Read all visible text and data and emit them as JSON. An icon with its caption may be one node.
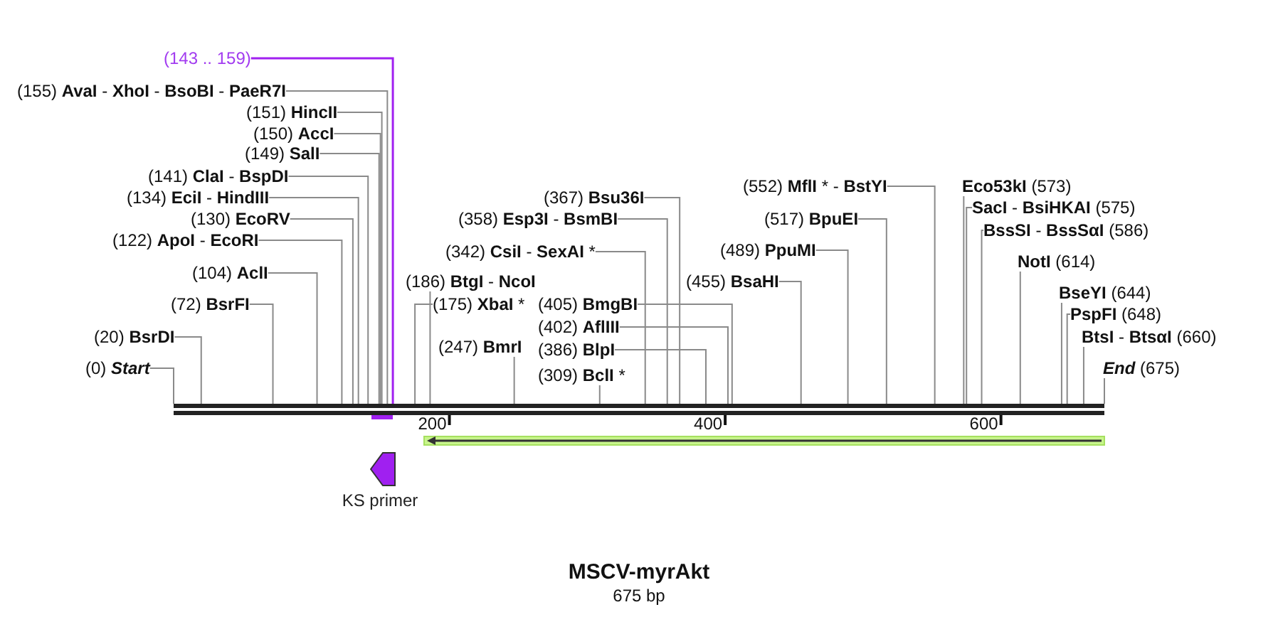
{
  "diagram": {
    "title": "MSCV-myrAkt",
    "caption": "675 bp",
    "nodes": [
      {
        "text": [],
        "shape": "bar"
      },
      {
        "text": [],
        "shape": "bar"
      },
      {
        "text": [
          "(143 .. 159)"
        ]
      },
      {
        "text": [
          "(155) **AvaI** - **XhoI** - **BsoBI** - **PaeR7I**"
        ]
      },
      {
        "text": [
          "(151) **HincII**"
        ]
      },
      {
        "text": [
          "(150) **AccI**"
        ]
      },
      {
        "text": [
          "(149) **SalI**"
        ]
      },
      {
        "text": [
          "(141) **ClaI** - **BspDI**"
        ]
      },
      {
        "text": [
          "(134) **EciI** - **HindIII**"
        ]
      },
      {
        "text": [
          "(130) **EcoRV**"
        ]
      },
      {
        "text": [
          "(122) **ApoI** - **EcoRI**"
        ]
      },
      {
        "text": [
          "(104) **AclI**"
        ]
      },
      {
        "text": [
          "(72) **BsrFI**"
        ]
      },
      {
        "text": [
          "(20) **BsrDI**"
        ]
      },
      {
        "text": [
          "(0) *Start*"
        ]
      },
      {
        "text": [
          "(186) **BtgI** - **NcoI**"
        ]
      },
      {
        "text": [
          "(175) **XbaI** *"
        ]
      },
      {
        "text": [
          "(247) **BmrI**"
        ]
      },
      {
        "text": [
          "(367) **Bsu36I**"
        ]
      },
      {
        "text": [
          "(358) **Esp3I** - **BsmBI**"
        ]
      },
      {
        "text": [
          "(342) **CsiI** - **SexAI** *"
        ]
      },
      {
        "text": [
          "(309) **BclI** *"
        ]
      },
      {
        "text": [
          "(405) **BmgBI**"
        ]
      },
      {
        "text": [
          "(402) **AflIII**"
        ]
      },
      {
        "text": [
          "(386) **BlpI**"
        ]
      },
      {
        "text": [
          "(455) **BsaHI**"
        ]
      },
      {
        "text": [
          "(489) **PpuMI**"
        ]
      },
      {
        "text": [
          "(517) **BpuEI**"
        ]
      },
      {
        "text": [
          "(552) **MflI** * - **BstYI**"
        ]
      },
      {
        "text": [
          "**Eco53kI** (573)"
        ]
      },
      {
        "text": [
          "**SacI** - **BsiHKAI** (575)"
        ]
      },
      {
        "text": [
          "**BssSI** - **BssSαI** (586)"
        ]
      },
      {
        "text": [
          "**NotI** (614)"
        ]
      },
      {
        "text": [
          "**BseYI** (644)"
        ]
      },
      {
        "text": [
          "**PspFI** (648)"
        ]
      },
      {
        "text": [
          "**BtsI** - **BtsαI** (660)"
        ]
      },
      {
        "text": [
          "*End* (675)"
        ]
      },
      {
        "text": [
          "KS primer"
        ]
      }
    ],
    "edges": [
      {
        "from": 2,
        "to": 1,
        "arrow": "none",
        "color": "#a020f0"
      },
      {
        "from": 3,
        "to": 0,
        "arrow": "none"
      },
      {
        "from": 4,
        "to": 0,
        "arrow": "none"
      },
      {
        "from": 5,
        "to": 0,
        "arrow": "none"
      },
      {
        "from": 6,
        "to": 0,
        "arrow": "none"
      },
      {
        "from": 7,
        "to": 0,
        "arrow": "none"
      },
      {
        "from": 8,
        "to": 0,
        "arrow": "none"
      },
      {
        "from": 9,
        "to": 0,
        "arrow": "none"
      },
      {
        "from": 10,
        "to": 0,
        "arrow": "none"
      },
      {
        "from": 11,
        "to": 0,
        "arrow": "none"
      },
      {
        "from": 12,
        "to": 0,
        "arrow": "none"
      },
      {
        "from": 13,
        "to": 0,
        "arrow": "none"
      },
      {
        "from": 14,
        "to": 0,
        "arrow": "none"
      },
      {
        "from": 15,
        "to": 0,
        "arrow": "none"
      },
      {
        "from": 16,
        "to": 0,
        "arrow": "none"
      },
      {
        "from": 17,
        "to": 0,
        "arrow": "none"
      },
      {
        "from": 18,
        "to": 0,
        "arrow": "none"
      },
      {
        "from": 19,
        "to": 0,
        "arrow": "none"
      },
      {
        "from": 20,
        "to": 0,
        "arrow": "none"
      },
      {
        "from": 21,
        "to": 0,
        "arrow": "none"
      },
      {
        "from": 22,
        "to": 0,
        "arrow": "none"
      },
      {
        "from": 23,
        "to": 0,
        "arrow": "none"
      },
      {
        "from": 24,
        "to": 0,
        "arrow": "none"
      },
      {
        "from": 25,
        "to": 0,
        "arrow": "none"
      },
      {
        "from": 26,
        "to": 0,
        "arrow": "none"
      },
      {
        "from": 27,
        "to": 0,
        "arrow": "none"
      },
      {
        "from": 28,
        "to": 0,
        "arrow": "none"
      },
      {
        "from": 29,
        "to": 0,
        "arrow": "none"
      },
      {
        "from": 30,
        "to": 0,
        "arrow": "none"
      },
      {
        "from": 31,
        "to": 0,
        "arrow": "none"
      },
      {
        "from": 32,
        "to": 0,
        "arrow": "none"
      },
      {
        "from": 33,
        "to": 0,
        "arrow": "none"
      },
      {
        "from": 34,
        "to": 0,
        "arrow": "none"
      },
      {
        "from": 35,
        "to": 0,
        "arrow": "none"
      },
      {
        "from": 36,
        "to": 0,
        "arrow": "none"
      }
    ],
    "labels": [
      "200",
      "400",
      "600"
    ]
  }
}
